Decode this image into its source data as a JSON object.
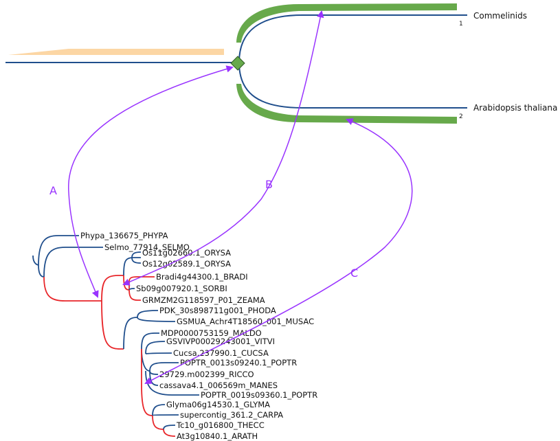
{
  "colors": {
    "blue": "#1f4e8c",
    "red": "#e8262a",
    "green": "#67a94b",
    "peach": "#fcd6a4",
    "purple": "#9933ff"
  },
  "species_tree": {
    "species": [
      {
        "name": "Commelinids",
        "index": "1"
      },
      {
        "name": "Arabidopsis thaliana",
        "index": "2"
      }
    ]
  },
  "gene_tree": {
    "leaves": [
      "Phypa_136675_PHYPA",
      "Selmo_77914_SELMO",
      "Os11g02660.1_ORYSA",
      "Os12g02589.1_ORYSA",
      "Bradi4g44300.1_BRADI",
      "Sb09g007920.1_SORBI",
      "GRMZM2G118597_P01_ZEAMA",
      "PDK_30s898711g001_PHODA",
      "GSMUA_Achr4T18560_001_MUSAC",
      "MDP0000753159_MALDO",
      "GSVIVP00029243001_VITVI",
      "Cucsa.237990.1_CUCSA",
      "POPTR_0013s09240.1_POPTR",
      "29729.m002399_RICCO",
      "cassava4.1_006569m_MANES",
      "POPTR_0019s09360.1_POPTR",
      "Glyma06g14530.1_GLYMA",
      "supercontig_361.2_CARPA",
      "Tc10_g016800_THECC",
      "At3g10840.1_ARATH"
    ]
  },
  "arrows": [
    {
      "label": "A"
    },
    {
      "label": "B"
    },
    {
      "label": "C"
    }
  ]
}
